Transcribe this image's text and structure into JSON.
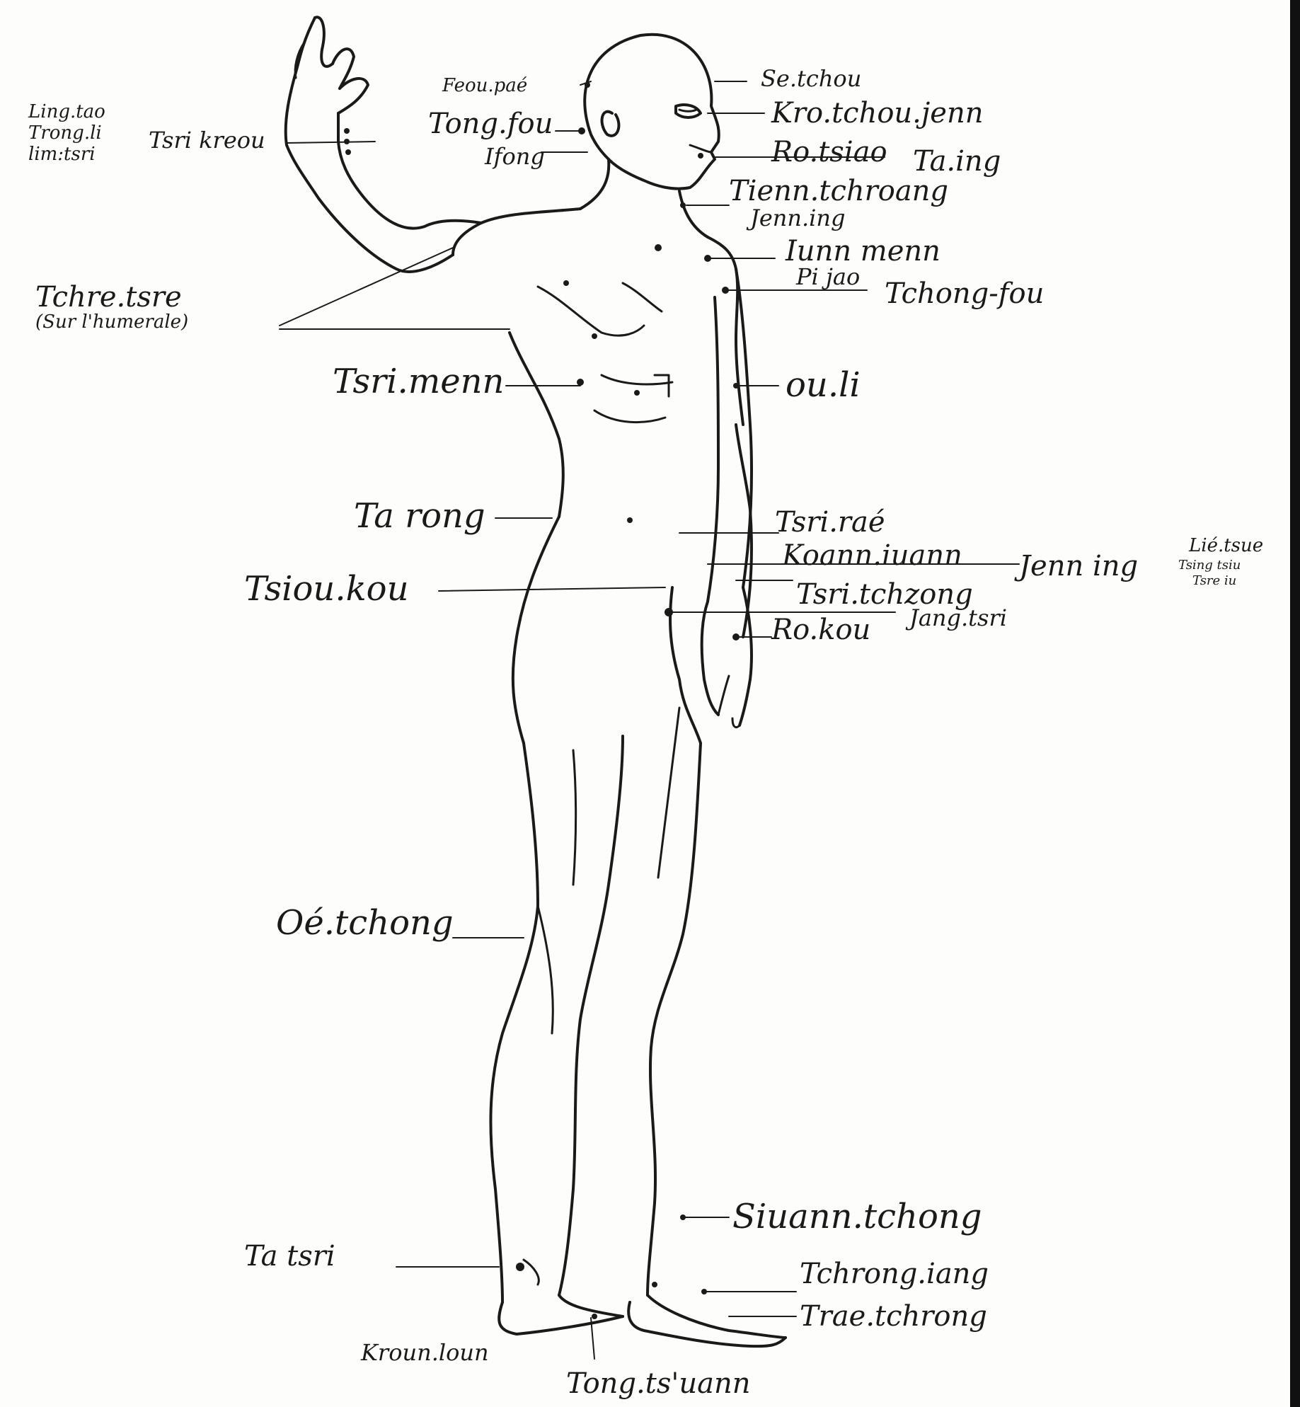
{
  "colors": {
    "ink": "#1a1a1a",
    "paper": "#fdfdfb"
  },
  "labels": {
    "ling_tao": "Ling.tao",
    "trong_li": "Trong.li",
    "lim_tsri": "lim:tsri",
    "tsri_kreou": "Tsri kreou",
    "feou_pae": "Feou.paé",
    "tong_fou": "Tong.fou",
    "ifong": "Ifong",
    "se_tchou": "Se.tchou",
    "kro_tchou_jenn": "Kro.tchou.jenn",
    "ro_tsiao": "Ro.tsiao",
    "ta_ing": "Ta.ing",
    "tienn_tchroang": "Tienn.tchroang",
    "jenn_ing_neck": "Jenn.ing",
    "iunn_menn": "Iunn menn",
    "pi_jao": "Pi jao",
    "tchong_fou": "Tchong-fou",
    "tchre_tsre": "Tchre.tsre",
    "sur_lhumerale": "(Sur l'humerale)",
    "tsri_menn": "Tsri.menn",
    "ou_li": "ou.li",
    "ta_rong": "Ta rong",
    "tsri_rae": "Tsri.raé",
    "tsiou_kou": "Tsiou.kou",
    "koann_iuann": "Koann.iuann",
    "jenn_ing_hand": "Jenn ing",
    "lie_tsue": "Lié.tsue",
    "tsing_tsiu": "Tsing tsiu",
    "tsre_iu": "Tsre iu",
    "tsri_tchzong": "Tsri.tchzong",
    "jang_tsri": "Jang.tsri",
    "ro_kou": "Ro.kou",
    "oe_tchong": "Oé.tchong",
    "siuann_tchong": "Siuann.tchong",
    "ta_tsri": "Ta tsri",
    "tchrong_iang": "Tchrong.iang",
    "trae_tchrong": "Trae.tchrong",
    "kroun_loun": "Kroun.loun",
    "tong_tsuann": "Tong.ts'uann"
  }
}
